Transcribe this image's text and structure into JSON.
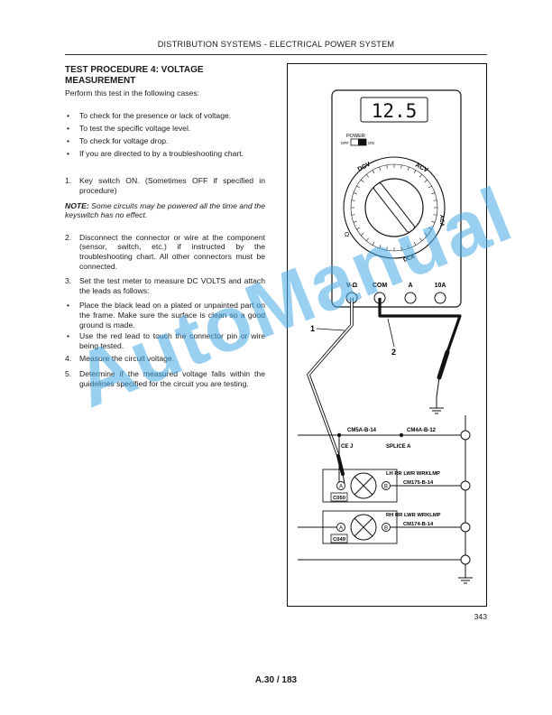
{
  "header": {
    "title": "DISTRIBUTION SYSTEMS - ELECTRICAL POWER SYSTEM"
  },
  "procedure": {
    "title": "TEST PROCEDURE 4: VOLTAGE MEASUREMENT",
    "intro": "Perform this test in the following cases:",
    "cases": [
      "To check for the presence or lack of voltage.",
      "To test the specific voltage level.",
      "To check for voltage drop.",
      "If you are directed to by a troubleshooting chart."
    ],
    "step1": {
      "num": "1.",
      "text": "Key switch ON. (Sometimes OFF if specified in procedure)"
    },
    "note": {
      "label": "NOTE:",
      "text": " Some circuits may be powered all the time and the keyswitch has no effect."
    },
    "step2": {
      "num": "2.",
      "text": "Disconnect the connector or wire at the component (sensor, switch, etc.) if instructed by the troubleshooting chart. All other connectors must be connected."
    },
    "step3": {
      "num": "3.",
      "text": "Set the test meter to measure DC VOLTS and attach the leads as follows:"
    },
    "sub": [
      "Place the black lead on a plated or unpainted part on the frame. Make sure the surface is clean so a good ground is made.",
      "Use the red lead to touch the connector pin or wire being tested."
    ],
    "step4": {
      "num": "4.",
      "text": "Measure the circuit voltage."
    },
    "step5": {
      "num": "5.",
      "text": "Determine if the measured voltage falls within the guidelines specified for the circuit you are testing."
    }
  },
  "meter": {
    "display": "12.5",
    "power_label": "POWER",
    "power_off": "OFF",
    "power_on": "ON",
    "dial_labels": {
      "dcv": "DCV",
      "acv": "ACV",
      "aca": "ACA",
      "dca": "DCA",
      "ohm": "Ω"
    },
    "jacks": [
      "V-Ω",
      "COM",
      "A",
      "10A"
    ]
  },
  "callouts": {
    "one": "1",
    "two": "2"
  },
  "circuit": {
    "wire1": "CM5A-B-14",
    "wire2": "CM4A-B-12",
    "splice_j": "CE J",
    "splice_a": "SPLICE A",
    "lamp1_name": "LH RR LWR WRKLMP",
    "lamp1_wire": "CM175-B-14",
    "lamp1_conn": "C050",
    "lamp2_name": "RH RR LWR WRKLMP",
    "lamp2_wire": "CM174-B-14",
    "lamp2_conn": "C049",
    "pin_a": "A",
    "pin_b": "B"
  },
  "figure_number": "343",
  "page_ref": "A.30 / 183",
  "watermark": "AutoManual"
}
